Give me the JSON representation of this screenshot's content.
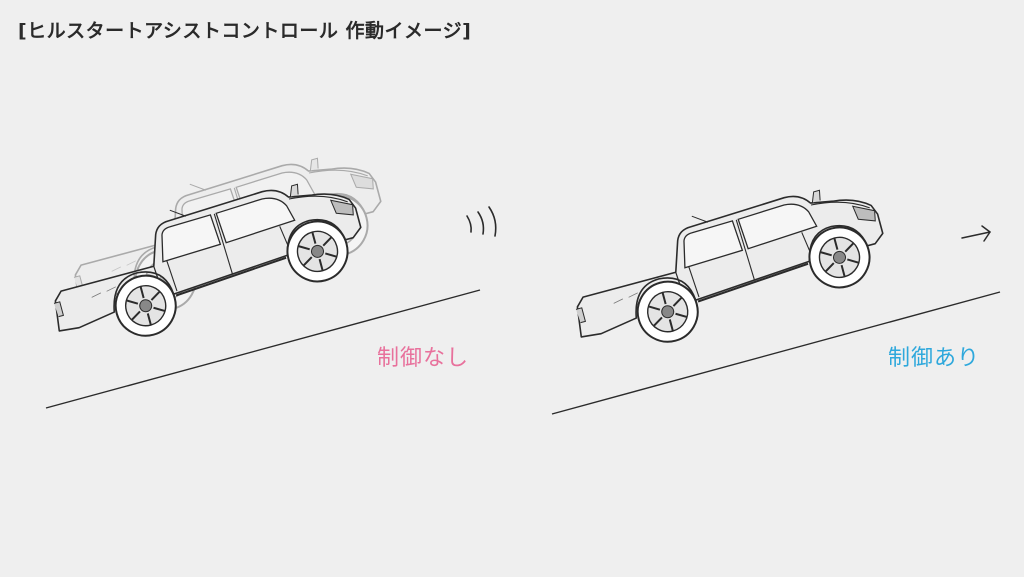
{
  "title": "[ヒルスタートアシストコントロール 作動イメージ]",
  "panels": [
    {
      "label": "制御なし",
      "label_color": "#e8719c"
    },
    {
      "label": "制御あり",
      "label_color": "#2ea8dc"
    }
  ],
  "colors": {
    "background": "#efefef",
    "line": "#2b2b2b",
    "ghost_line": "#9a9a9a",
    "truck_fill": "#ececec"
  },
  "icons": [
    "truck-rolling-back-icon",
    "truck-holding-icon",
    "motion-waves-icon",
    "forward-arrow-icon"
  ]
}
